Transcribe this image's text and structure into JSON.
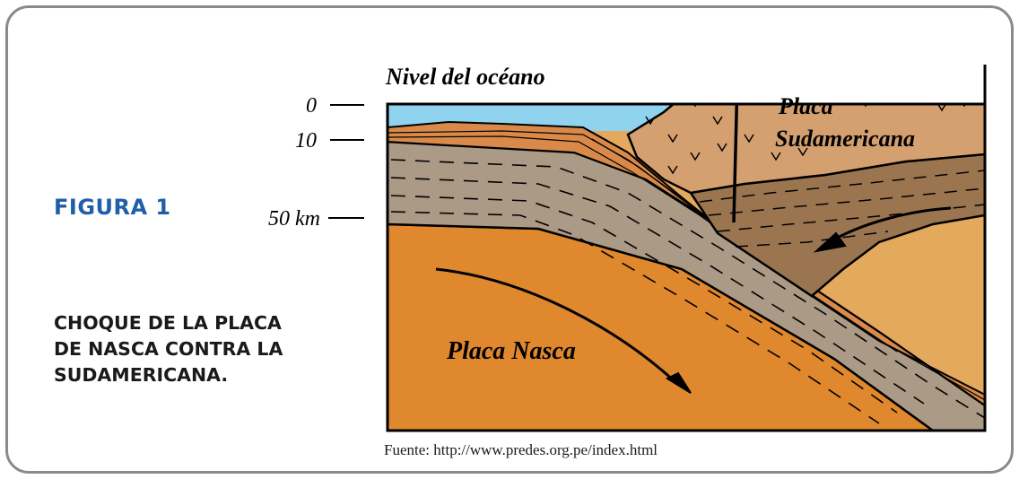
{
  "figure": {
    "label": "FIGURA 1",
    "caption_lines": [
      "CHOQUE DE LA PLACA",
      "DE NASCA CONTRA LA",
      "SUDAMERICANA."
    ]
  },
  "diagram": {
    "ocean_level_label": "Nivel del océano",
    "depth_scale": [
      {
        "label": "0"
      },
      {
        "label": "10"
      },
      {
        "label": "50 km"
      }
    ],
    "plate_sudamericana": [
      "Placa",
      "Sudamericana"
    ],
    "plate_nasca": "Placa Nasca",
    "colors": {
      "ocean": "#8fd3ee",
      "sediment": "#d98a4a",
      "crust": "#aa9a86",
      "nasca_mantle": "#e0882e",
      "continent": "#d4a070",
      "lithosphere": "#9a7550",
      "asthenosphere": "#e3a95c"
    }
  },
  "source": "Fuente: http://www.predes.org.pe/index.html"
}
